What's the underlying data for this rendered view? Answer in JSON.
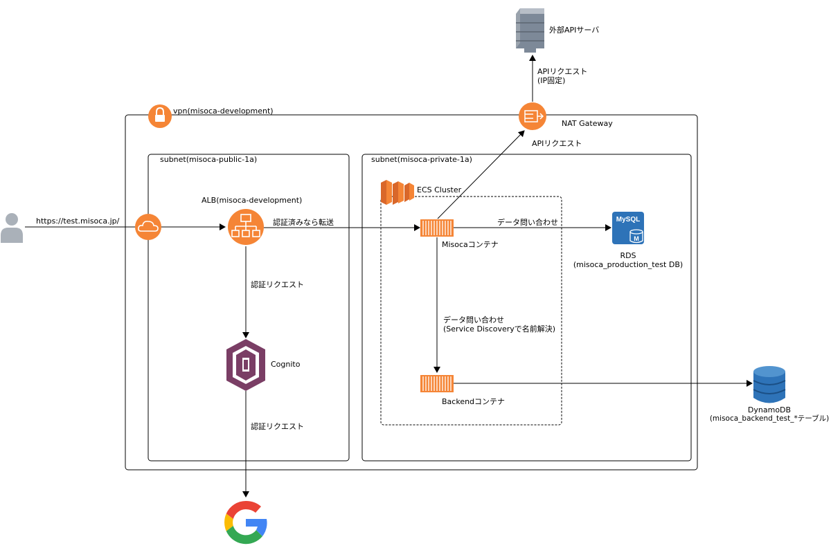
{
  "labels": {
    "external_api": "外部APIサーバ",
    "api_request_ip_l1": "APIリクエスト",
    "api_request_ip_l2": "(IP固定)",
    "vpn": "vpn(misoca-development)",
    "nat_gateway": "NAT Gateway",
    "api_request": "APIリクエスト",
    "subnet_public": "subnet(misoca-public-1a)",
    "subnet_private": "subnet(misoca-private-1a)",
    "ecs_cluster": "ECS Cluster",
    "alb": "ALB(misoca-development)",
    "url": "https://test.misoca.jp/",
    "forward": "認証済みなら転送",
    "data_query_rds": "データ問い合わせ",
    "misoca_container": "Misocaコンテナ",
    "rds": "RDS",
    "rds_db": "(misoca_production_test DB)",
    "auth_request_1": "認証リクエスト",
    "data_query_backend_l1": "データ問い合わせ",
    "data_query_backend_l2": "(Service Discoveryで名前解決)",
    "cognito": "Cognito",
    "backend_container": "Backendコンテナ",
    "dynamodb": "DynamoDB",
    "dynamodb_table": "(misoca_backend_test_*テーブル)",
    "auth_request_2": "認証リクエスト",
    "mysql_badge": "MySQL",
    "mysql_m": "M"
  },
  "icons": {
    "user": "user-icon",
    "external_api": "server-icon",
    "vpn": "lock-icon",
    "nat": "nat-gateway-icon",
    "internet_gateway": "cloud-icon",
    "alb": "load-balancer-icon",
    "ecs": "ecs-icon",
    "container": "container-icon",
    "rds": "mysql-icon",
    "cognito": "cognito-icon",
    "dynamodb": "dynamodb-icon",
    "google": "google-icon"
  },
  "colors": {
    "aws_orange": "#f58536",
    "cognito_purple": "#7a3e65",
    "rds_blue": "#2e73b8",
    "dynamo_blue": "#2e73b8",
    "server_gray": "#7d8998",
    "user_gray": "#aab1b9"
  }
}
